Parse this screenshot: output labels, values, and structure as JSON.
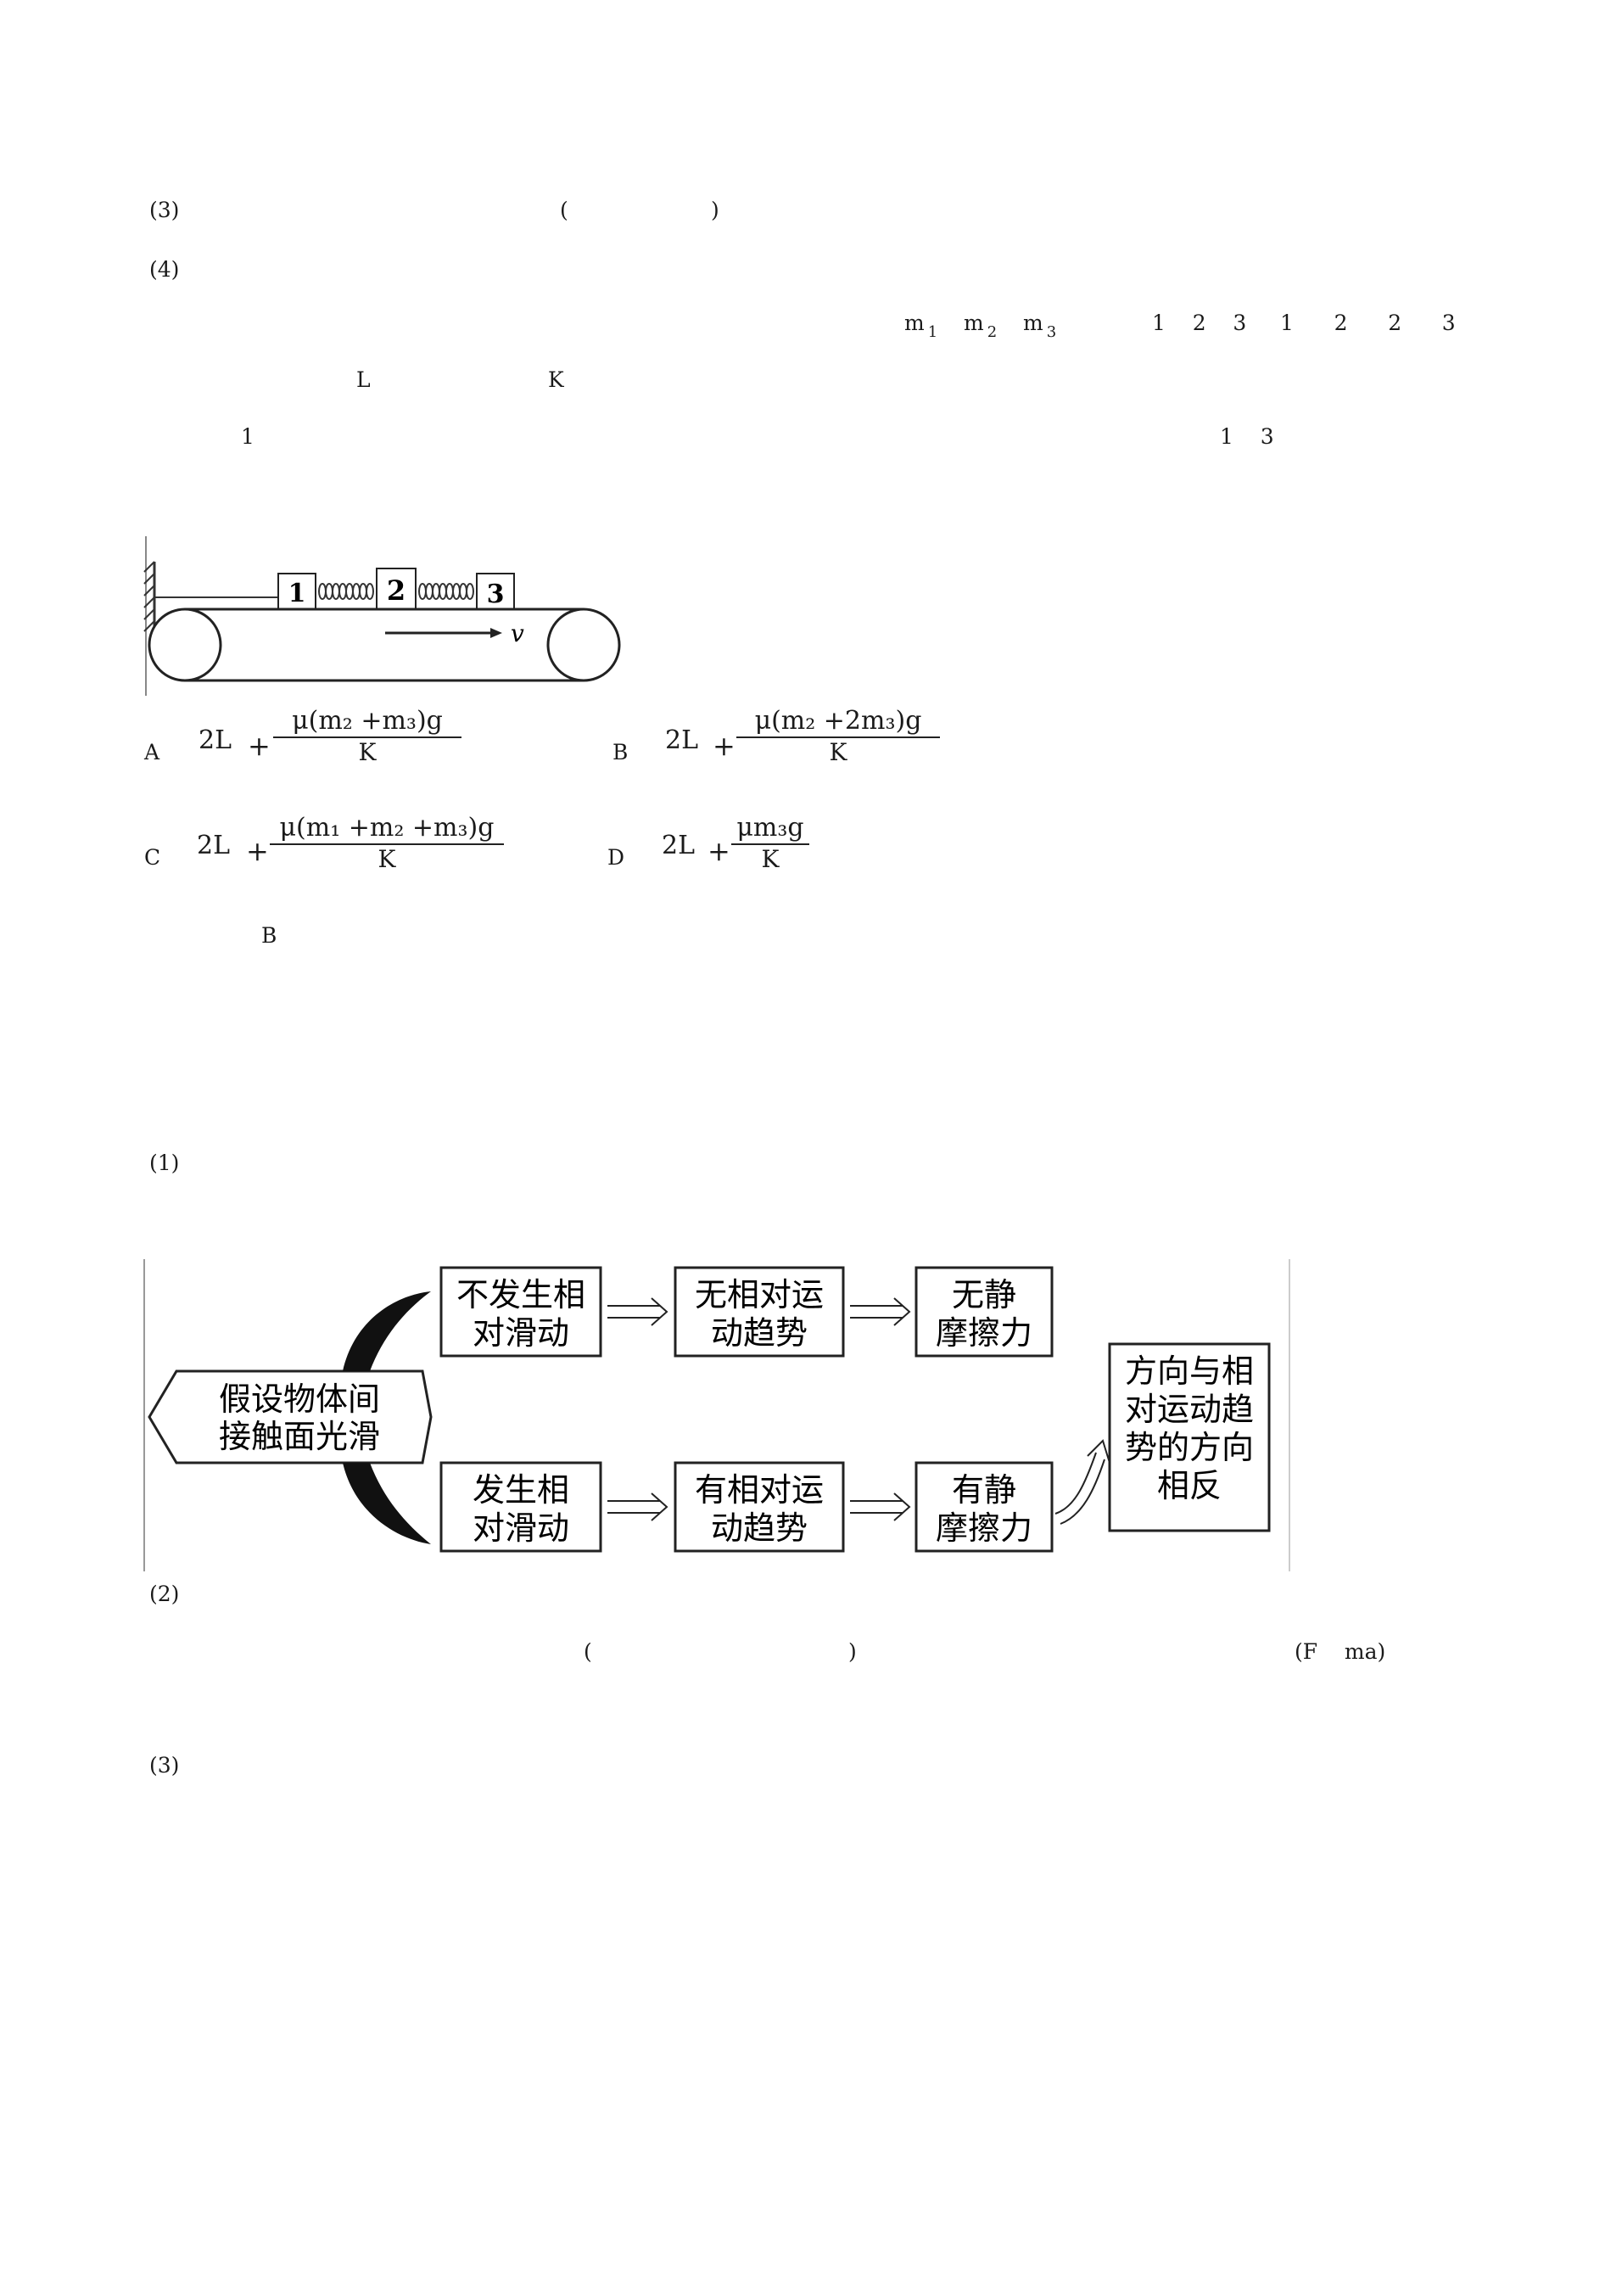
{
  "lines": {
    "l3_top": "(3)",
    "l3_paren_open": "(",
    "l3_paren_close": ")",
    "l4": "(4)",
    "m1": "m",
    "m1_sub": "1",
    "m2": "m",
    "m2_sub": "2",
    "m3": "m",
    "m3_sub": "3",
    "seq": "1    2    3     1      2      2      3",
    "L": "L",
    "K": "K",
    "one": "1",
    "one_three": "1    3"
  },
  "figure_belt": {
    "block1": "1",
    "block2": "2",
    "block3": "3",
    "velocity": "v"
  },
  "options": {
    "A": {
      "letter": "A",
      "lead": "2L",
      "plus": "+",
      "numerator": "μ(m₂ +m₃)g",
      "denominator": "K"
    },
    "B": {
      "letter": "B",
      "lead": "2L",
      "plus": "+",
      "numerator": "μ(m₂ +2m₃)g",
      "denominator": "K"
    },
    "C": {
      "letter": "C",
      "lead": "2L",
      "plus": "+",
      "numerator": "μ(m₁ +m₂ +m₃)g",
      "denominator": "K"
    },
    "D": {
      "letter": "D",
      "lead": "2L",
      "plus": "+",
      "numerator": "μm₃g",
      "denominator": "K"
    }
  },
  "answer": "B",
  "section1": "(1)",
  "flowchart": {
    "assume": "假设物体间接触面光滑",
    "no_slide": "不发生相对滑动",
    "no_trend": "无相对运动趋势",
    "no_static": "无静摩擦力",
    "slide": "发生相对滑动",
    "trend": "有相对运动趋势",
    "static": "有静摩擦力",
    "direction": "方向与相对运动趋势的方向相反"
  },
  "section2": "(2)",
  "s2_paren_open": "(",
  "s2_paren_close": ")",
  "s2_formula": "(F    ma)",
  "section3": "(3)"
}
